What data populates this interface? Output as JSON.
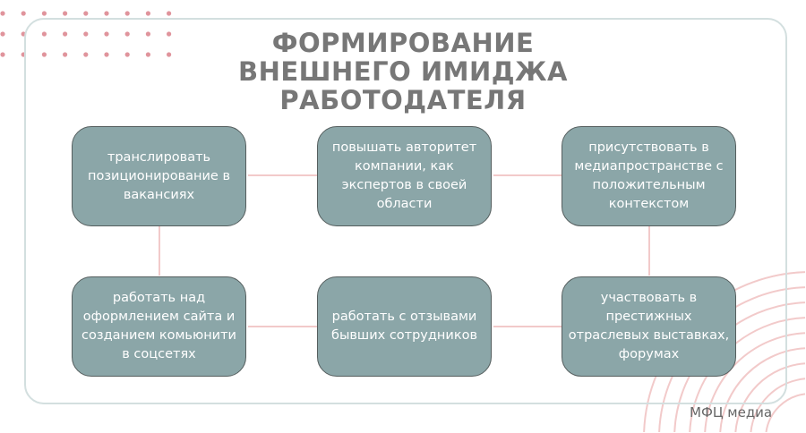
{
  "title": [
    "ФОРМИРОВАНИЕ",
    "ВНЕШНЕГО ИМИДЖА",
    "РАБОТОДАТЕЛЯ"
  ],
  "boxes": [
    "транслировать позиционирование в вакансиях",
    "повышать авторитет компании, как экспертов в своей области",
    "присутствовать в медиапространстве с положительным контекстом",
    "работать над оформлением сайта и созданием комьюнити в соцсетях",
    "работать с отзывами бывших сотрудников",
    "участвовать в престижных отраслевых выставках, форумах"
  ],
  "brand": "МФЦ медиа",
  "colors": {
    "box": "#8ba6a8",
    "accent": "#f0c6c6",
    "title": "#777777",
    "dots": "#e0949c"
  }
}
